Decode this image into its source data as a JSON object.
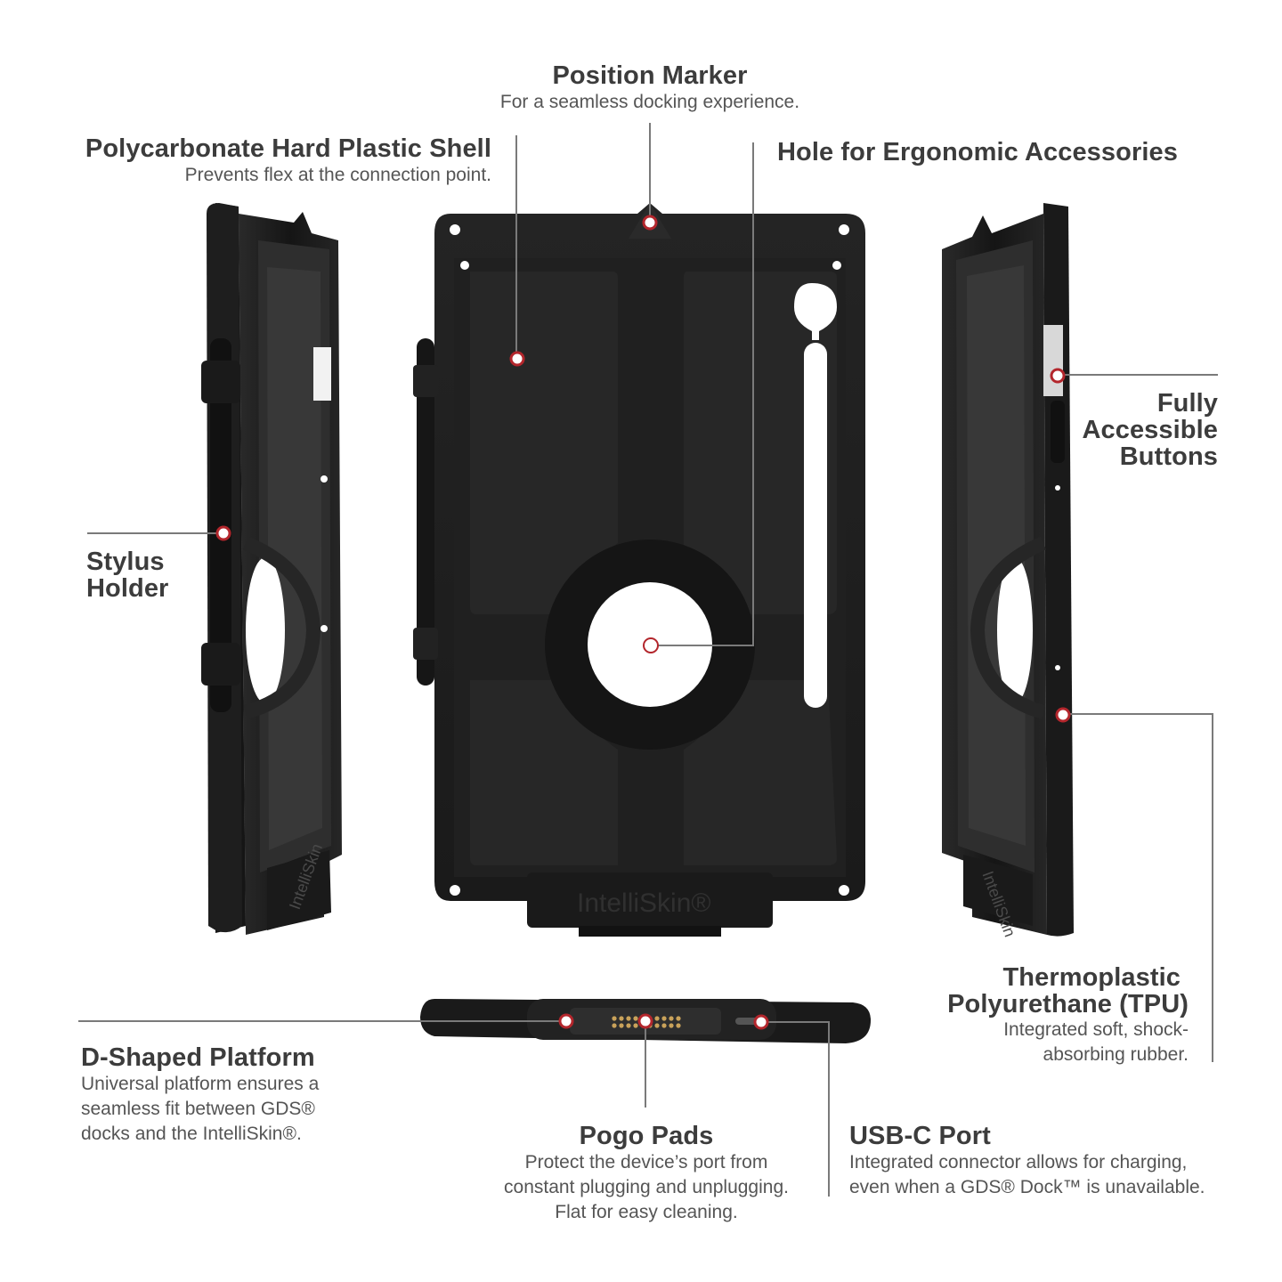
{
  "callouts": {
    "position_marker": {
      "title": "Position Marker",
      "desc": "For a seamless docking experience."
    },
    "polycarbonate_shell": {
      "title": "Polycarbonate Hard Plastic Shell",
      "desc": "Prevents flex at the connection point."
    },
    "ergonomic_hole": {
      "title": "Hole for Ergonomic Accessories"
    },
    "stylus_holder": {
      "title_line1": "Stylus",
      "title_line2": "Holder"
    },
    "accessible_buttons": {
      "title_line1": "Fully",
      "title_line2": "Accessible",
      "title_line3": "Buttons"
    },
    "tpu": {
      "title_line1": "Thermoplastic",
      "title_line2": "Polyurethane (TPU)",
      "desc_line1": "Integrated soft, shock-",
      "desc_line2": "absorbing rubber."
    },
    "d_platform": {
      "title": "D-Shaped Platform",
      "desc_line1": "Universal platform ensures a",
      "desc_line2": "seamless fit between GDS®",
      "desc_line3": "docks and the IntelliSkin®."
    },
    "pogo_pads": {
      "title": "Pogo Pads",
      "desc_line1": "Protect the device’s port from",
      "desc_line2": "constant plugging and unplugging.",
      "desc_line3": "Flat for easy cleaning."
    },
    "usb_c": {
      "title": "USB-C Port",
      "desc_line1": "Integrated connector allows for charging,",
      "desc_line2": "even when a GDS® Dock™ is unavailable."
    }
  },
  "product_logo": "IntelliSkin®",
  "colors": {
    "case": "#1c1c1c",
    "case_edge": "#2b2b2b",
    "leader_line": "#7a7a7a",
    "marker": "#b3262c",
    "text_dark": "#3c3c3c",
    "text_light": "#555555"
  }
}
